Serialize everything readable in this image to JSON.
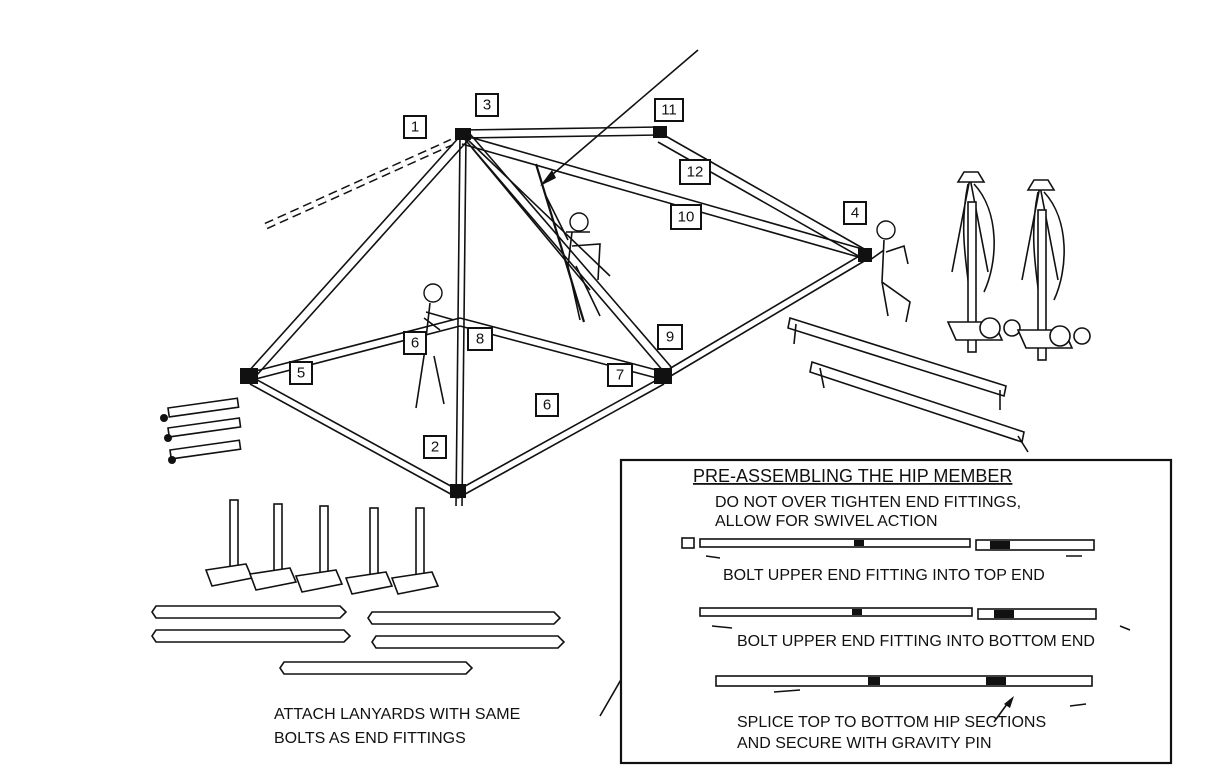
{
  "callouts": {
    "n1": "1",
    "n2": "2",
    "n3": "3",
    "n4": "4",
    "n5": "5",
    "n6a": "6",
    "n6b": "6",
    "n7": "7",
    "n8": "8",
    "n9": "9",
    "n10": "10",
    "n11": "11",
    "n12": "12"
  },
  "inset": {
    "title": "PRE-ASSEMBLING THE HIP MEMBER",
    "note_line1": "DO NOT OVER TIGHTEN END FITTINGS,",
    "note_line2": "ALLOW FOR SWIVEL ACTION",
    "step1": "BOLT UPPER END FITTING INTO TOP END",
    "step2": "BOLT UPPER END FITTING INTO BOTTOM END",
    "step3_line1": "SPLICE TOP TO BOTTOM HIP SECTIONS",
    "step3_line2": "AND SECURE WITH GRAVITY PIN"
  },
  "lanyard_note": {
    "line1": "ATTACH LANYARDS WITH SAME",
    "line2": "BOLTS AS END FITTINGS"
  }
}
